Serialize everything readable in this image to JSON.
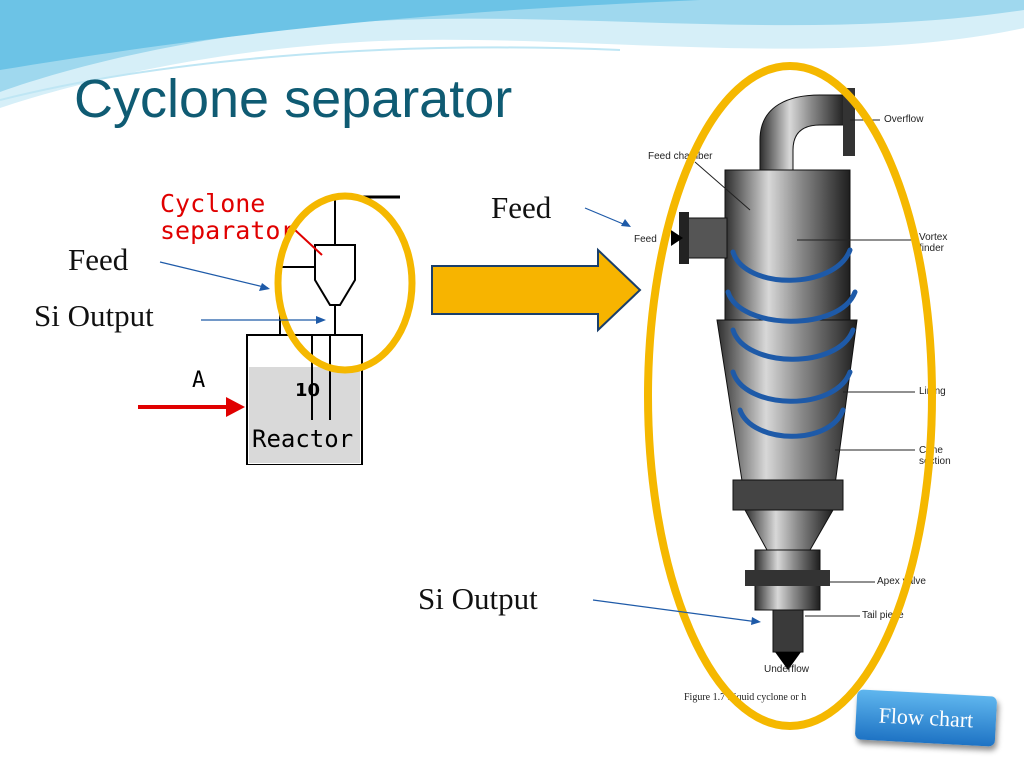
{
  "slide": {
    "title": "Cyclone separator",
    "colors": {
      "title": "#0f5b73",
      "highlight": "#f5b800",
      "arrow_fill": "#f7b400",
      "flow_arrows": "#1e5aa8",
      "button": "#2a86d6"
    }
  },
  "left_diagram": {
    "cyclone_label_line1": "Cyclone",
    "cyclone_label_line2": "separator",
    "stream_label": "A",
    "reactor_number": "10",
    "reactor_label": "Reactor"
  },
  "labels": {
    "feed_left": "Feed",
    "si_output_left": "Si Output",
    "feed_right": "Feed",
    "si_output_right": "Si Output"
  },
  "photo_labels": {
    "overflow": "Overflow",
    "feed_chamber": "Feed chamber",
    "feed": "Feed",
    "vortex_finder_1": "Vortex",
    "vortex_finder_2": "finder",
    "lining": "Lining",
    "cone_section_1": "Cone",
    "cone_section_2": "section",
    "apex_valve": "Apex valve",
    "tail_piece": "Tail piece",
    "underflow": "Underflow",
    "caption": "Figure 1.7  Liquid cyclone or h"
  },
  "button": {
    "label": "Flow chart"
  }
}
